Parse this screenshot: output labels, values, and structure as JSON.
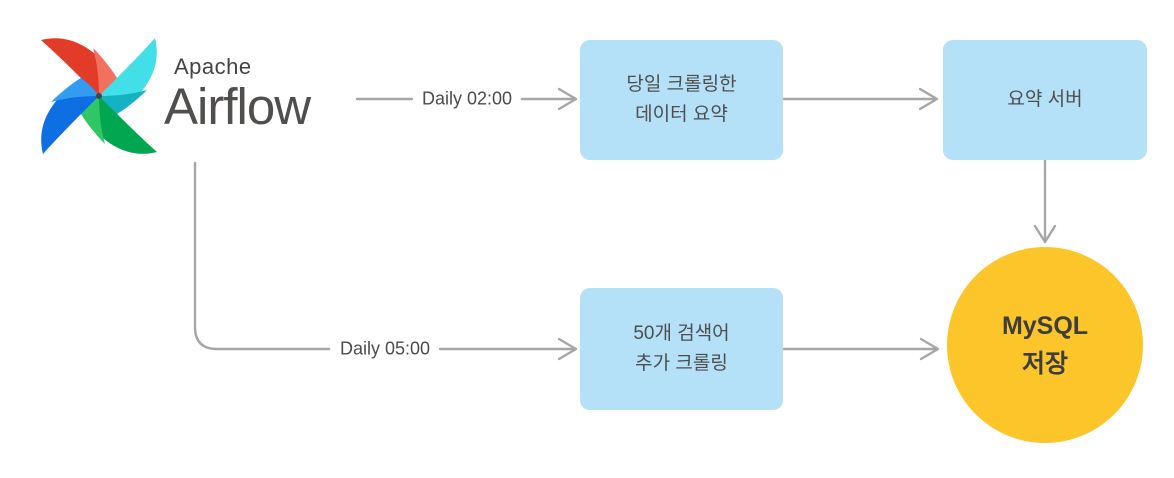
{
  "brand": {
    "apache": "Apache",
    "airflow": "Airflow"
  },
  "edges": {
    "top_schedule": "Daily 02:00",
    "bottom_schedule": "Daily 05:00"
  },
  "nodes": {
    "daily_summary": {
      "line1": "당일 크롤링한",
      "line2": "데이터 요약"
    },
    "summary_server": {
      "label": "요약 서버"
    },
    "extra_crawl": {
      "line1": "50개 검색어",
      "line2": "추가 크롤링"
    },
    "mysql_storage": {
      "line1": "MySQL",
      "line2": "저장"
    }
  },
  "colors": {
    "process_box_fill": "#b4e0f8",
    "storage_circle_fill": "#fcc62b",
    "connector_line": "#a6a6a6",
    "node_text": "#4e4e4e",
    "storage_text": "#3d3d3d",
    "wordmark_text": "#504f4d",
    "logo_red": "#e23c28",
    "logo_salmon": "#f3705f",
    "logo_cyan": "#43dfe9",
    "logo_teal": "#14b3c4",
    "logo_green": "#00a650",
    "logo_light_green": "#2fc765",
    "logo_blue": "#0d6fe2",
    "logo_light_blue": "#329df0"
  }
}
